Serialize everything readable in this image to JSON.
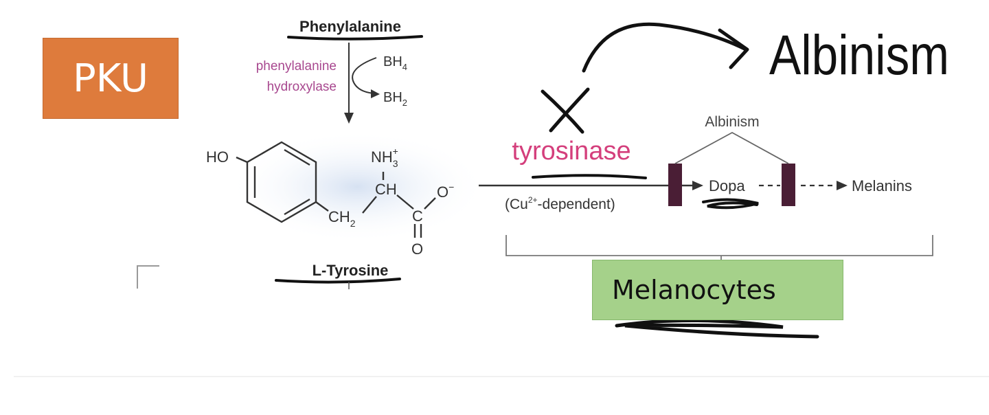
{
  "pku": {
    "label": "PKU"
  },
  "phenylalanine": {
    "label": "Phenylalanine"
  },
  "enzyme_pah": {
    "line1": "phenylalanine",
    "line2": "hydroxylase"
  },
  "cofactor": {
    "bh4_base": "BH",
    "bh4_sub": "4",
    "bh2_base": "BH",
    "bh2_sub": "2"
  },
  "tyrosine": {
    "label": "L-Tyrosine",
    "ho": "HO",
    "nh3_base": "NH",
    "nh3_sub": "3",
    "nh3_sup": "+",
    "ch": "CH",
    "ch2_base": "CH",
    "ch2_sub": "2",
    "c": "C",
    "o_minus_base": "O",
    "o_minus_sup": "−",
    "o": "O"
  },
  "tyrosinase": {
    "label": "tyrosinase",
    "cofactor_open": "(Cu",
    "cofactor_sup": "2+",
    "cofactor_close": "-dependent)"
  },
  "albinism_small": {
    "label": "Albinism"
  },
  "dopa": {
    "label": "Dopa"
  },
  "melanins": {
    "label": "Melanins"
  },
  "albinism_handwritten": {
    "label": "Albinism"
  },
  "melanocytes": {
    "label": "Melanocytes"
  },
  "colors": {
    "pku_orange": "#de7b3c",
    "enzyme_magenta": "#a8488f",
    "tyrosinase_pink": "#d43f7c",
    "block_maroon": "#4a1e35",
    "melanocytes_green": "#a5d18a",
    "ink": "#111111"
  }
}
